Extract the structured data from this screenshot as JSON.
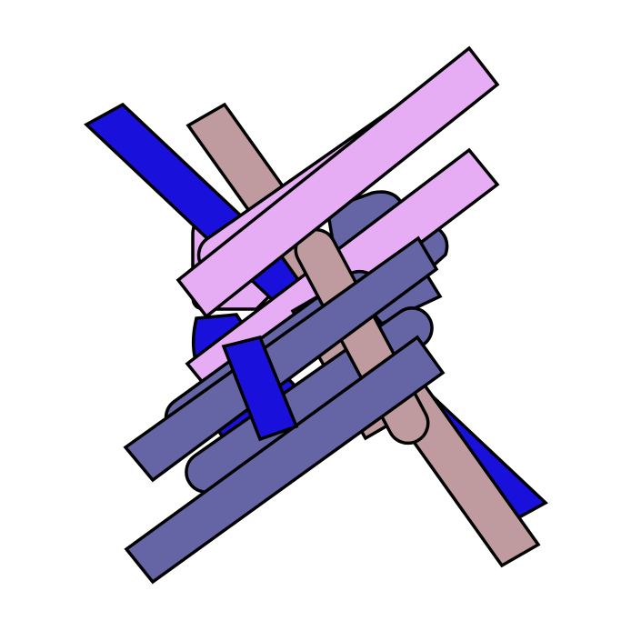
{
  "canvas": {
    "background": "#ffffff"
  },
  "palette": {
    "blue": "#1a10dc",
    "mauve": "#bf9ba0",
    "pink": "#e6adf5",
    "slate": "#6565a5",
    "outline": "#000000"
  },
  "shapes": [
    {
      "kind": "plus-shape",
      "color": "pink"
    },
    {
      "kind": "plus-shape",
      "color": "slate"
    },
    {
      "kind": "plus-shape",
      "color": "blue"
    },
    {
      "kind": "rounded-bar",
      "color": "pink"
    },
    {
      "kind": "rounded-bar",
      "color": "slate"
    },
    {
      "kind": "rounded-bar",
      "color": "mauve"
    },
    {
      "kind": "rounded-bar",
      "color": "slate"
    },
    {
      "kind": "straight-bar",
      "color": "blue"
    },
    {
      "kind": "straight-bar",
      "color": "mauve"
    },
    {
      "kind": "straight-bar",
      "color": "pink"
    },
    {
      "kind": "straight-bar",
      "color": "slate"
    },
    {
      "kind": "straight-bar",
      "color": "pink"
    },
    {
      "kind": "straight-bar",
      "color": "slate"
    },
    {
      "kind": "straight-bar",
      "color": "blue"
    },
    {
      "kind": "straight-bar",
      "color": "mauve"
    }
  ]
}
